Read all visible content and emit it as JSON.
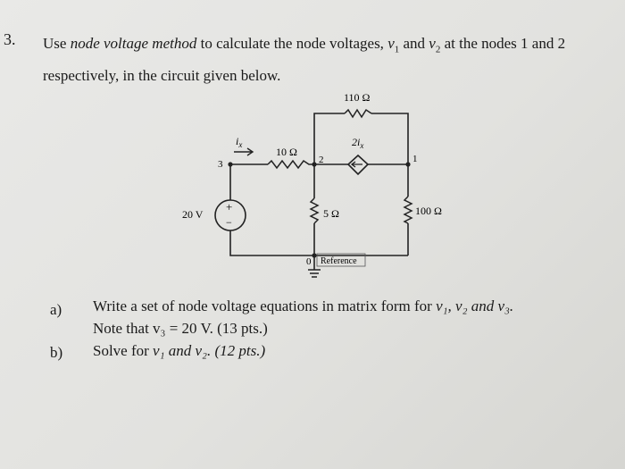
{
  "question": {
    "number": "3.",
    "text_before": "Use ",
    "method": "node voltage method",
    "text_mid": " to calculate the node voltages, ",
    "v1": "v",
    "v1_sub": "1",
    "and1": " and ",
    "v2": "v",
    "v2_sub": "2",
    "text_after_line1": " at the nodes 1 and 2",
    "text_line2": "respectively, in the circuit given below."
  },
  "circuit": {
    "r_top": "110 Ω",
    "r_left": "10 Ω",
    "r_mid": "5 Ω",
    "r_right": "100 Ω",
    "source": "20 V",
    "source_plus": "+",
    "source_minus": "−",
    "dep_label": "2i",
    "dep_sub": "x",
    "ix_label": "i",
    "ix_sub": "x",
    "node1": "1",
    "node2": "2",
    "node3": "3",
    "node0": "0",
    "reference": "Reference"
  },
  "parts": [
    {
      "label": "a)",
      "line1_pre": "Write a set of node voltage equations in matrix form for ",
      "line1_vars": "v₁, v₂ and v₃.",
      "line2": "Note that v₃ = 20 V. (13 pts.)"
    },
    {
      "label": "b)",
      "line1_pre": "Solve for ",
      "line1_vars": "v₁ and v₂. (12 pts.)"
    }
  ]
}
